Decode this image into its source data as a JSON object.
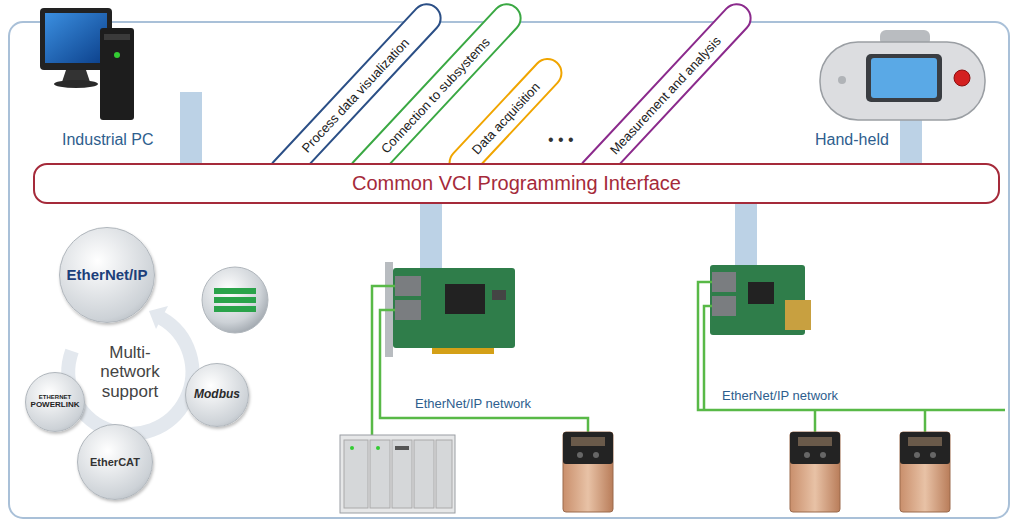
{
  "diagram": {
    "nodes": [
      {
        "text": [
          "Process data visualization"
        ]
      },
      {
        "text": [
          "Connection to subsystems"
        ]
      },
      {
        "text": [
          "Data acquisition"
        ]
      },
      {
        "text": [
          "Measurement and analysis"
        ]
      },
      {
        "text": [
          "Common VCI Programming Interface"
        ]
      },
      {
        "text": [
          "EtherNet/IP"
        ]
      },
      {
        "text": [
          "Modbus"
        ]
      },
      {
        "text": [
          "EtherCAT"
        ]
      },
      {
        "text": [
          "ETHERNET",
          "POWERLINK"
        ]
      }
    ],
    "labels": [
      "Industrial PC",
      "Hand-held",
      "• • •",
      "Multi-network support",
      "EtherNet/IP network",
      "EtherNet/IP network"
    ]
  }
}
